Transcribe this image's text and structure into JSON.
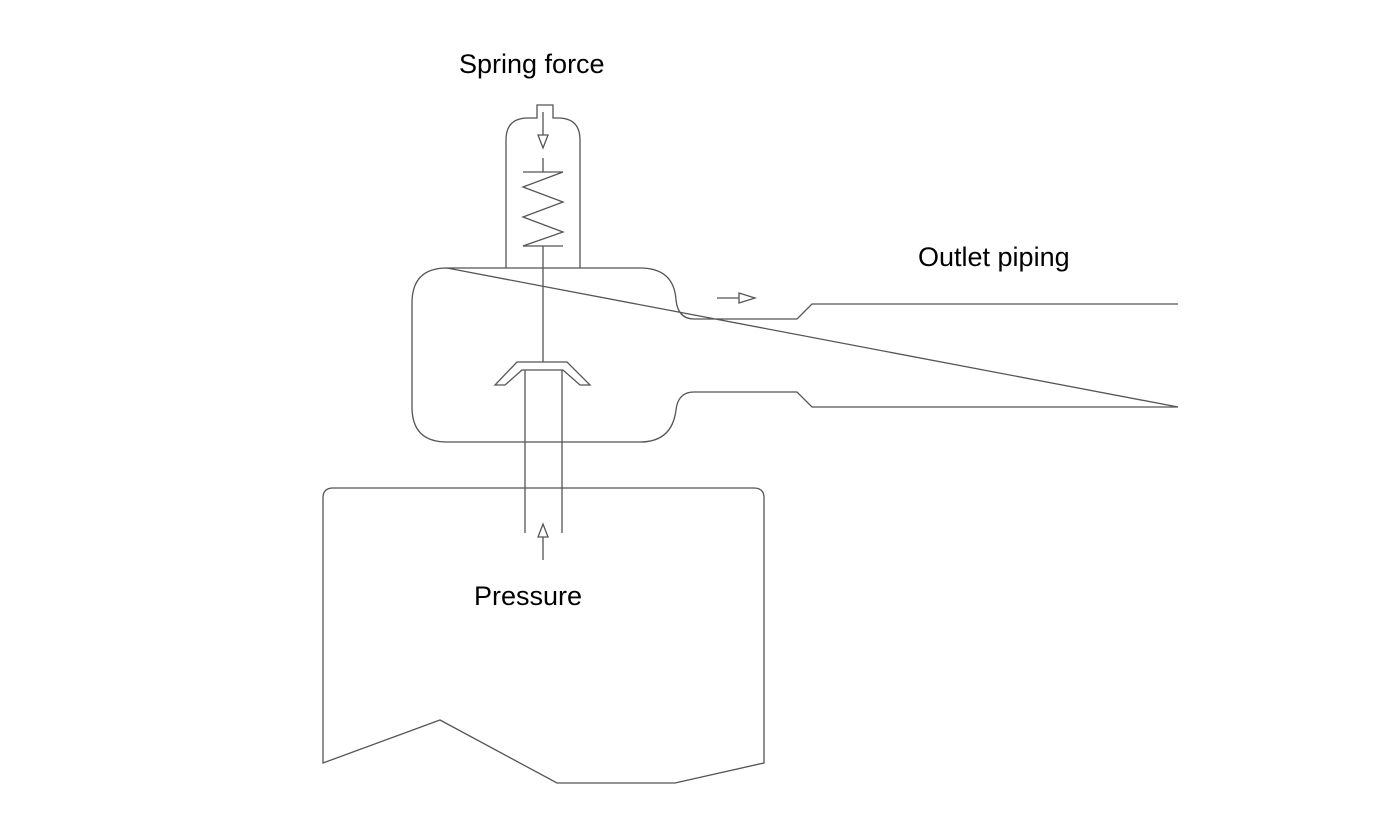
{
  "labels": {
    "spring_force": "Spring force",
    "outlet_piping": "Outlet piping",
    "pressure": "Pressure"
  },
  "colors": {
    "line": "#555555",
    "text": "#000000",
    "background": "#ffffff"
  }
}
